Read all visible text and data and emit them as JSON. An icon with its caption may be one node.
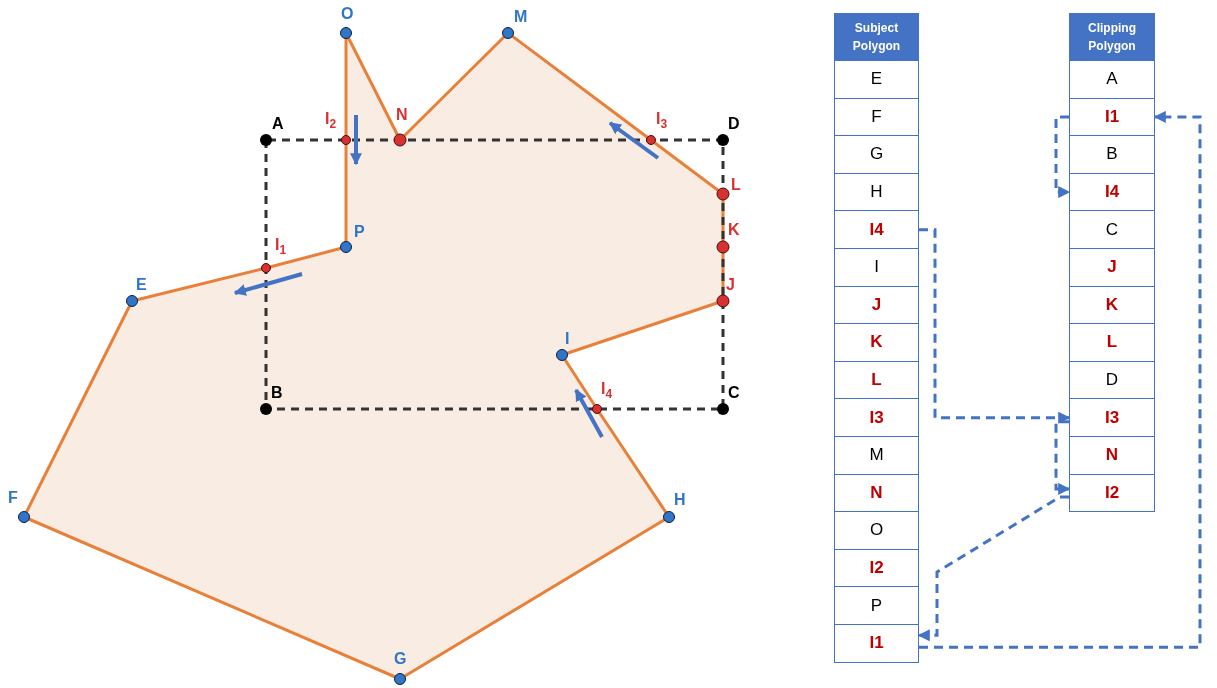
{
  "diagram": {
    "nodes": [
      {
        "text": [
          "Subject Polygon"
        ]
      },
      {
        "text": [
          "E"
        ]
      },
      {
        "text": [
          "F"
        ]
      },
      {
        "text": [
          "G"
        ]
      },
      {
        "text": [
          "H"
        ]
      },
      {
        "text": [
          "I4"
        ]
      },
      {
        "text": [
          "I"
        ]
      },
      {
        "text": [
          "J"
        ]
      },
      {
        "text": [
          "K"
        ]
      },
      {
        "text": [
          "L"
        ]
      },
      {
        "text": [
          "I3"
        ]
      },
      {
        "text": [
          "M"
        ]
      },
      {
        "text": [
          "N"
        ]
      },
      {
        "text": [
          "O"
        ]
      },
      {
        "text": [
          "I2"
        ]
      },
      {
        "text": [
          "P"
        ]
      },
      {
        "text": [
          "I1"
        ]
      },
      {
        "text": [
          "Clipping Polygon"
        ]
      },
      {
        "text": [
          "A"
        ]
      },
      {
        "text": [
          "I1"
        ]
      },
      {
        "text": [
          "B"
        ]
      },
      {
        "text": [
          "I4"
        ]
      },
      {
        "text": [
          "C"
        ]
      },
      {
        "text": [
          "J"
        ]
      },
      {
        "text": [
          "K"
        ]
      },
      {
        "text": [
          "L"
        ]
      },
      {
        "text": [
          "D"
        ]
      },
      {
        "text": [
          "I3"
        ]
      },
      {
        "text": [
          "N"
        ]
      },
      {
        "text": [
          "I2"
        ]
      }
    ],
    "edges": [
      {
        "from": 5,
        "to": 27,
        "arrow": "to",
        "style": "dashed"
      },
      {
        "from": 27,
        "to": 29,
        "arrow": "to",
        "style": "dashed"
      },
      {
        "from": 29,
        "to": 16,
        "arrow": "to",
        "style": "dashed"
      },
      {
        "from": 16,
        "to": 19,
        "arrow": "to",
        "style": "dashed"
      },
      {
        "from": 19,
        "to": 21,
        "arrow": "to",
        "style": "dashed"
      }
    ],
    "labels": [
      "O",
      "M",
      "A",
      "I$_{2}$",
      "N",
      "I$_{3}$",
      "D",
      "L",
      "P",
      "K",
      "I$_{1}$",
      "E",
      "J",
      "I",
      "B",
      "I$_{4}$",
      "C",
      "F",
      "H",
      "G"
    ]
  }
}
